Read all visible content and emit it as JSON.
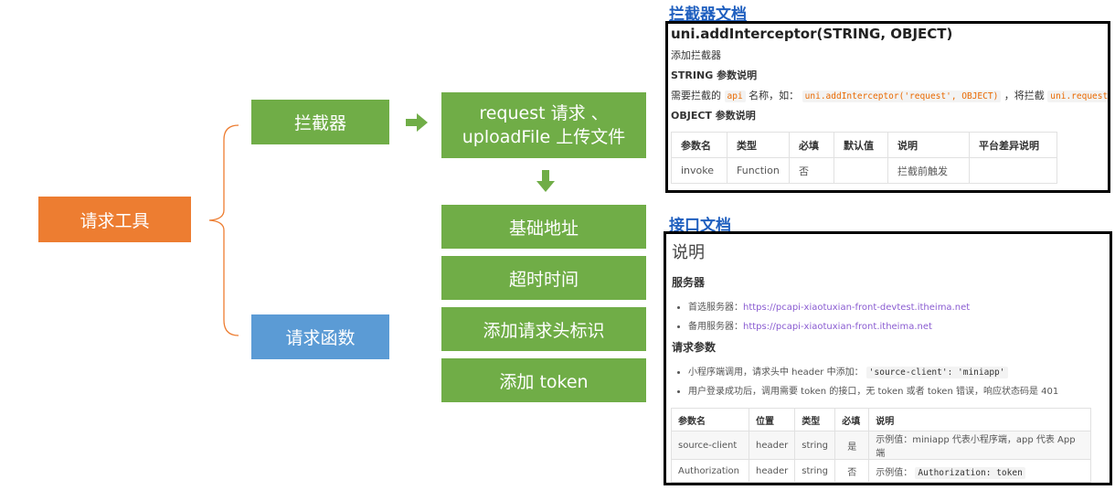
{
  "mindmap": {
    "root": "请求工具",
    "interceptor": "拦截器",
    "interceptor_target": "request 请求 、\nuploadFile 上传文件",
    "steps": [
      "基础地址",
      "超时时间",
      "添加请求头标识",
      "添加 token"
    ],
    "request_fn": "请求函数"
  },
  "doc1": {
    "link": "拦截器文档",
    "title": "uni.addInterceptor(STRING, OBJECT)",
    "desc": "添加拦截器",
    "string_heading_a": "STRING",
    "string_heading_b": "参数说明",
    "line_a": "需要拦截的",
    "line_code1": "api",
    "line_b": "名称，如：",
    "line_code2": "uni.addInterceptor('request', OBJECT)",
    "line_c": "，将拦截",
    "line_code3": "uni.request()",
    "object_heading_a": "OBJECT",
    "object_heading_b": "参数说明",
    "table": {
      "headers": [
        "参数名",
        "类型",
        "必填",
        "默认值",
        "说明",
        "平台差异说明"
      ],
      "rows": [
        [
          "invoke",
          "Function",
          "否",
          "",
          "拦截前触发",
          ""
        ]
      ]
    }
  },
  "doc2": {
    "link": "接口文档",
    "h1": "说明",
    "servers_heading": "服务器",
    "server1_label": "首选服务器：",
    "server1_url": "https://pcapi-xiaotuxian-front-devtest.itheima.net",
    "server2_label": "备用服务器：",
    "server2_url": "https://pcapi-xiaotuxian-front.itheima.net",
    "params_heading": "请求参数",
    "bullet1_text": "小程序端调用，请求头中 header 中添加：",
    "bullet1_code": "'source-client': 'miniapp'",
    "bullet2_text": "用户登录成功后，调用需要 token 的接口，无 token 或者 token 错误，响应状态码是 401",
    "table": {
      "headers": [
        "参数名",
        "位置",
        "类型",
        "必填",
        "说明"
      ],
      "rows": [
        [
          "source-client",
          "header",
          "string",
          "是",
          "示例值：miniapp 代表小程序端，app 代表 App 端"
        ],
        [
          "Authorization",
          "header",
          "string",
          "否",
          "示例值：",
          "Authorization: token"
        ]
      ]
    }
  },
  "colors": {
    "orange": "#ed7d31",
    "green": "#70ad47",
    "blue": "#5b9bd5",
    "link": "#1f5fbf"
  }
}
